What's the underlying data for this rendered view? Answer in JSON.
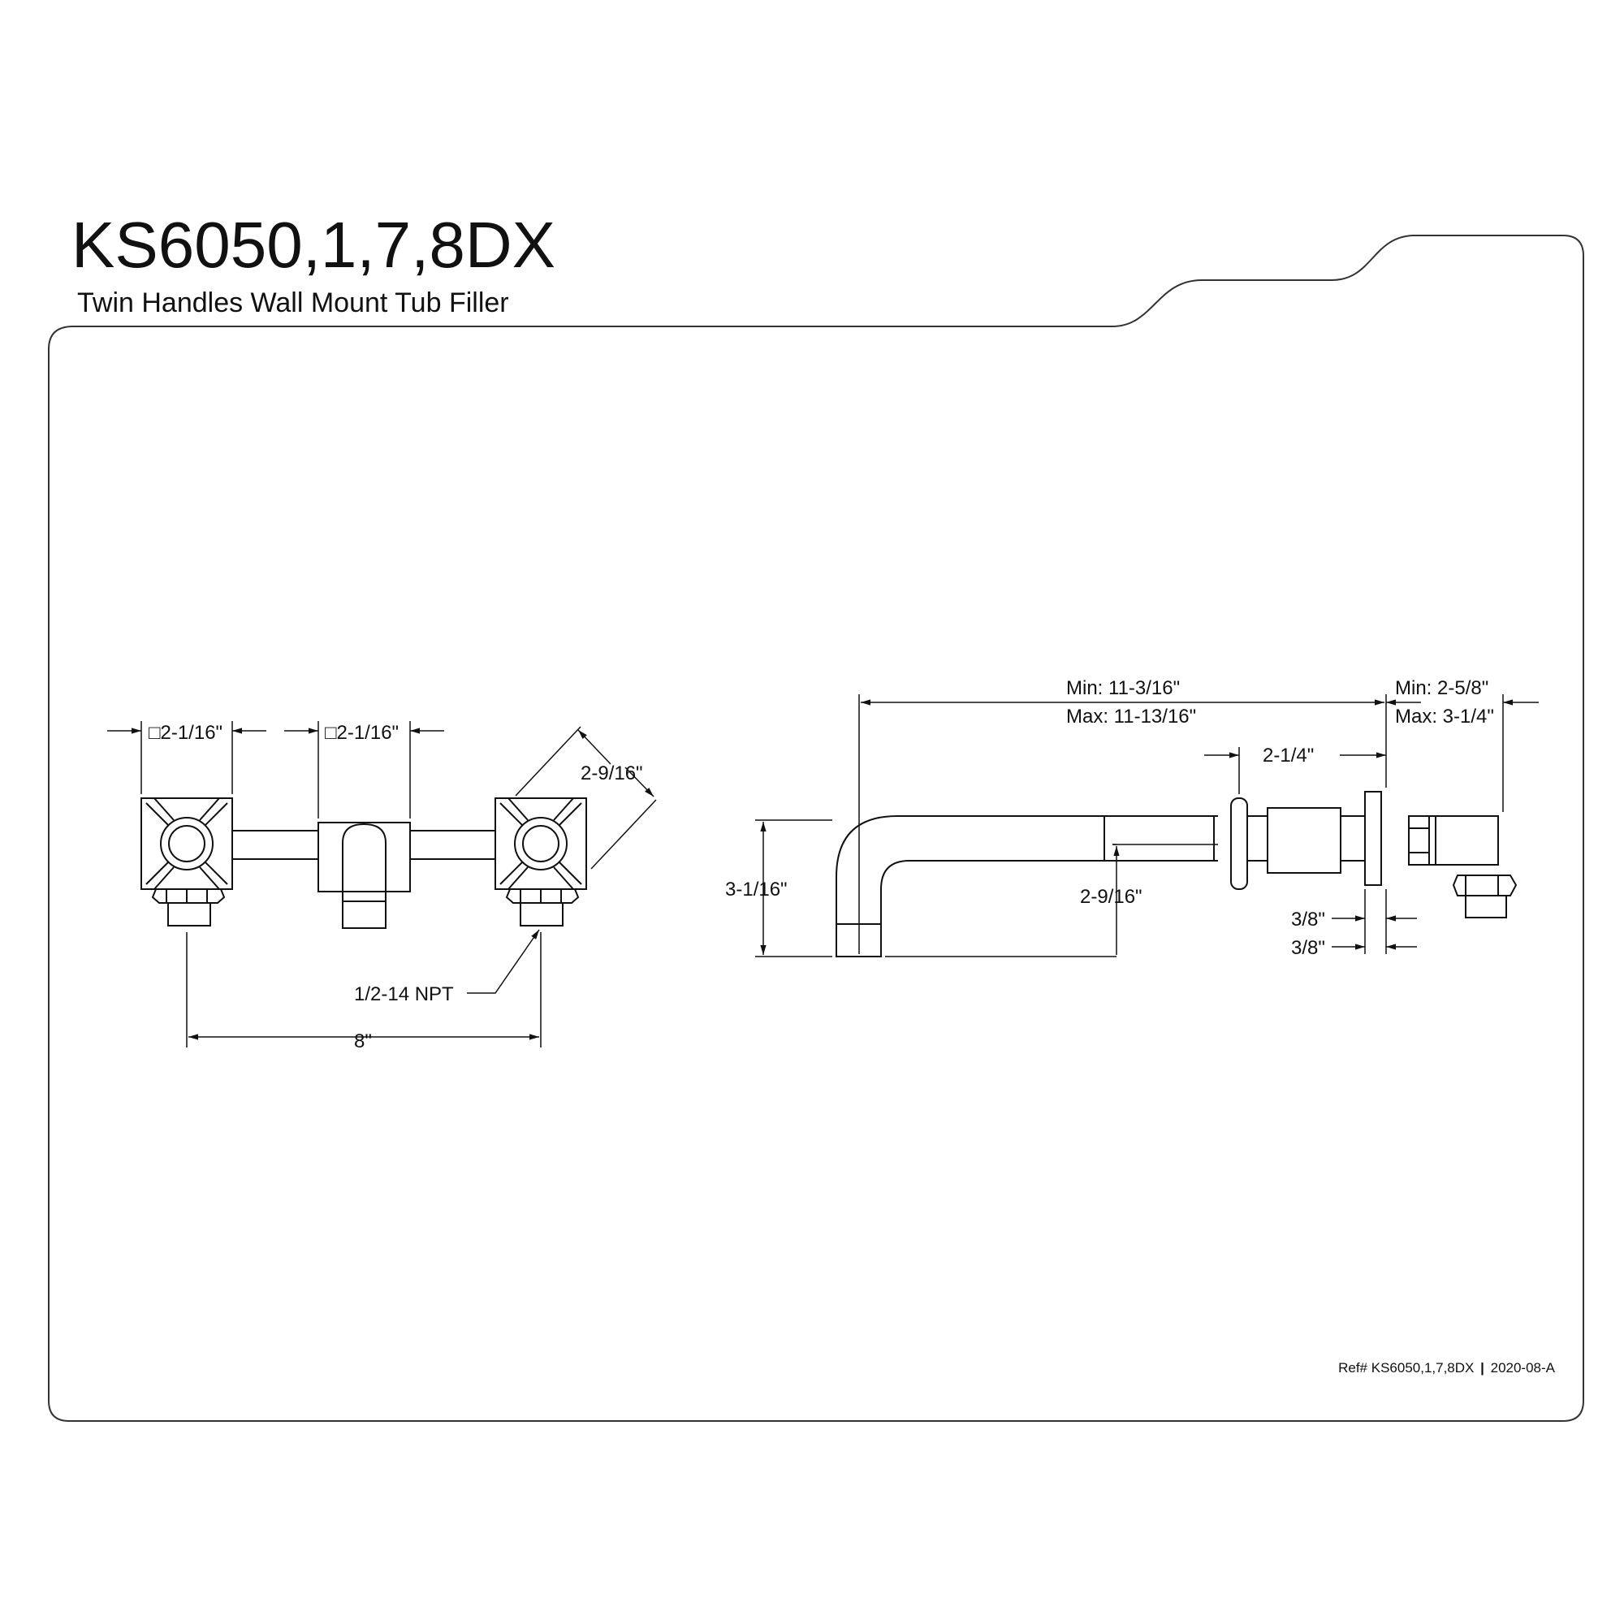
{
  "header": {
    "title": "KS6050,1,7,8DX",
    "subtitle": "Twin Handles Wall Mount Tub Filler"
  },
  "front_view": {
    "handle_width": "□2-1/16\"",
    "spout_width": "□2-1/16\"",
    "handle_diagonal": "2-9/16\"",
    "thread": "1/2-14 NPT",
    "center_spacing": "8\""
  },
  "side_view": {
    "spout_reach_min": "Min: 11-3/16\"",
    "spout_reach_max": "Max: 11-13/16\"",
    "valve_depth_min": "Min: 2-5/8\"",
    "valve_depth_max": "Max: 3-1/4\"",
    "handle_projection": "2-1/4\"",
    "spout_height": "3-1/16\"",
    "outlet_height": "2-9/16\"",
    "flange_a": "3/8\"",
    "flange_b": "3/8\""
  },
  "footer": {
    "ref": "Ref# KS6050,1,7,8DX",
    "separator": "|",
    "revision": "2020-08-A"
  }
}
